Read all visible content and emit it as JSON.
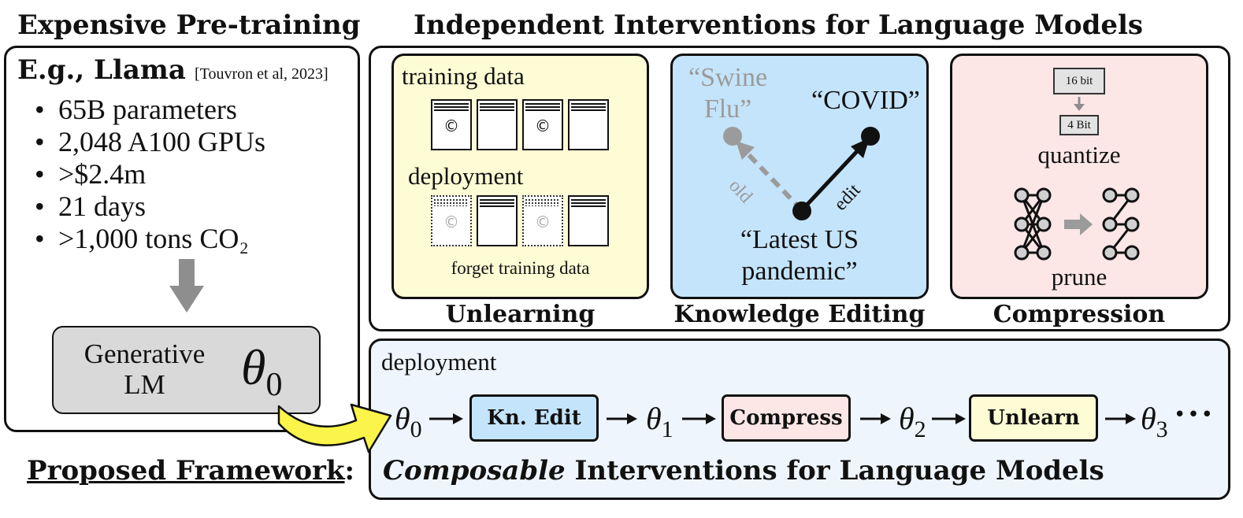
{
  "left_heading": "Expensive Pre-training",
  "right_heading": "Independent Interventions for Language Models",
  "pretraining": {
    "example": "E.g., Llama",
    "citation": "[Touvron et al, 2023]",
    "bullets": [
      "65B parameters",
      "2,048 A100 GPUs",
      ">$2.4m",
      "21 days",
      ">1,000 tons CO₂"
    ],
    "model_label_line1": "Generative",
    "model_label_line2": "LM",
    "model_symbol": "θ",
    "model_subscript": "0"
  },
  "unlearning": {
    "training_label": "training data",
    "deployment_label": "deployment",
    "forget_label": "forget training data",
    "copyright_symbol": "©",
    "caption": "Unlearning"
  },
  "editing": {
    "old_fact": "“Swine Flu”",
    "old_fact_line1": "“Swine",
    "old_fact_line2": "Flu”",
    "new_fact": "“COVID”",
    "old_label": "old",
    "edit_label": "edit",
    "query_line1": "“Latest US",
    "query_line2": "pandemic”",
    "caption": "Knowledge Editing"
  },
  "compression": {
    "bits_high": "16 bit",
    "bits_low": "4 Bit",
    "quantize_label": "quantize",
    "prune_label": "prune",
    "caption": "Compression"
  },
  "framework": {
    "label": "Proposed Framework",
    "label_colon": ":",
    "deployment_label": "deployment",
    "steps": [
      "Kn. Edit",
      "Compress",
      "Unlearn"
    ],
    "thetas": [
      "0",
      "1",
      "2",
      "3"
    ],
    "theta_symbol": "θ",
    "ellipsis": "•••",
    "title_italic": "Composable",
    "title_rest": " Interventions for Language Models"
  },
  "colors": {
    "unlearning_bg": "#fdfcd4",
    "editing_bg": "#c4e4fb",
    "compression_bg": "#fce6e6",
    "framework_bg": "#eef5fd",
    "model_bg": "#d9d9d9",
    "arrow_yellow": "#fbf44a",
    "gray": "#9b9b9b"
  }
}
